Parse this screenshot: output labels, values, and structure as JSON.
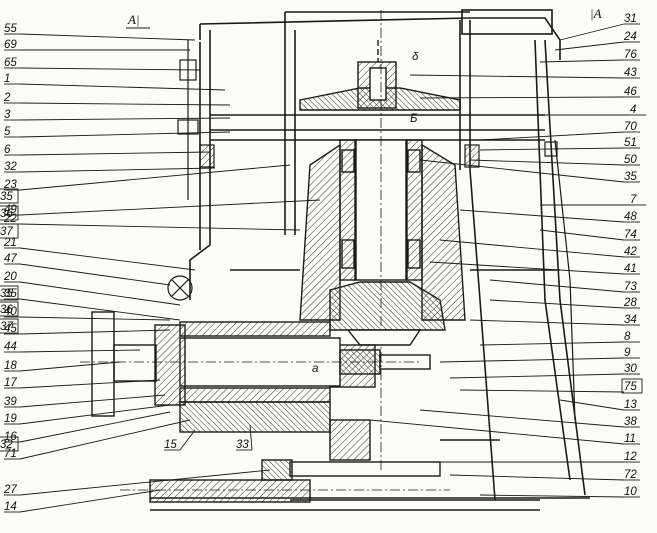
{
  "section_marks": {
    "left": "A|",
    "right": "|A"
  },
  "callouts_left": [
    {
      "id": "c-55",
      "text": "55"
    },
    {
      "id": "c-69",
      "text": "69"
    },
    {
      "id": "c-65",
      "text": "65"
    },
    {
      "id": "c-1",
      "text": "1"
    },
    {
      "id": "c-2",
      "text": "2"
    },
    {
      "id": "c-3",
      "text": "3"
    },
    {
      "id": "c-5",
      "text": "5"
    },
    {
      "id": "c-6",
      "text": "6"
    },
    {
      "id": "c-32a",
      "text": "32"
    },
    {
      "id": "c-23",
      "text": "23"
    },
    {
      "id": "c-35a",
      "text": "35"
    },
    {
      "id": "c-36a",
      "text": "36"
    },
    {
      "id": "c-37a",
      "text": "37"
    },
    {
      "id": "c-22",
      "text": "22"
    },
    {
      "id": "c-49",
      "text": "49"
    },
    {
      "id": "c-21",
      "text": "21"
    },
    {
      "id": "c-47",
      "text": "47"
    },
    {
      "id": "c-20",
      "text": "20"
    },
    {
      "id": "c-35b",
      "text": "35"
    },
    {
      "id": "c-35c",
      "text": "35"
    },
    {
      "id": "c-36b",
      "text": "36"
    },
    {
      "id": "c-40",
      "text": "40"
    },
    {
      "id": "c-37b",
      "text": "37"
    },
    {
      "id": "c-45",
      "text": "45"
    },
    {
      "id": "c-44",
      "text": "44"
    },
    {
      "id": "c-18",
      "text": "18"
    },
    {
      "id": "c-17",
      "text": "17"
    },
    {
      "id": "c-39",
      "text": "39"
    },
    {
      "id": "c-19",
      "text": "19"
    },
    {
      "id": "c-16",
      "text": "16"
    },
    {
      "id": "c-71",
      "text": "71"
    },
    {
      "id": "c-15",
      "text": "15"
    },
    {
      "id": "c-32b",
      "text": "32"
    },
    {
      "id": "c-33",
      "text": "33"
    },
    {
      "id": "c-27",
      "text": "27"
    },
    {
      "id": "c-14",
      "text": "14"
    }
  ],
  "callouts_right": [
    {
      "id": "c-31",
      "text": "31"
    },
    {
      "id": "c-24",
      "text": "24"
    },
    {
      "id": "c-76",
      "text": "76"
    },
    {
      "id": "c-43",
      "text": "43"
    },
    {
      "id": "c-46",
      "text": "46"
    },
    {
      "id": "c-4",
      "text": "4"
    },
    {
      "id": "c-70",
      "text": "70"
    },
    {
      "id": "c-51",
      "text": "51"
    },
    {
      "id": "c-50",
      "text": "50"
    },
    {
      "id": "c-35r",
      "text": "35"
    },
    {
      "id": "c-7",
      "text": "7"
    },
    {
      "id": "c-48",
      "text": "48"
    },
    {
      "id": "c-74",
      "text": "74"
    },
    {
      "id": "c-42",
      "text": "42"
    },
    {
      "id": "c-41",
      "text": "41"
    },
    {
      "id": "c-73",
      "text": "73"
    },
    {
      "id": "c-28",
      "text": "28"
    },
    {
      "id": "c-34",
      "text": "34"
    },
    {
      "id": "c-8",
      "text": "8"
    },
    {
      "id": "c-9",
      "text": "9"
    },
    {
      "id": "c-30",
      "text": "30"
    },
    {
      "id": "c-75",
      "text": "75"
    },
    {
      "id": "c-13",
      "text": "13"
    },
    {
      "id": "c-38",
      "text": "38"
    },
    {
      "id": "c-11",
      "text": "11"
    },
    {
      "id": "c-12",
      "text": "12"
    },
    {
      "id": "c-72",
      "text": "72"
    },
    {
      "id": "c-10",
      "text": "10"
    }
  ],
  "inline_marks": [
    {
      "id": "m-delta",
      "text": "δ"
    },
    {
      "id": "m-b",
      "text": "Б"
    },
    {
      "id": "m-a",
      "text": "a"
    }
  ],
  "colors": {
    "ink": "#1a1a1a",
    "paper": "#fbfbf8",
    "hatch": "#333333"
  }
}
